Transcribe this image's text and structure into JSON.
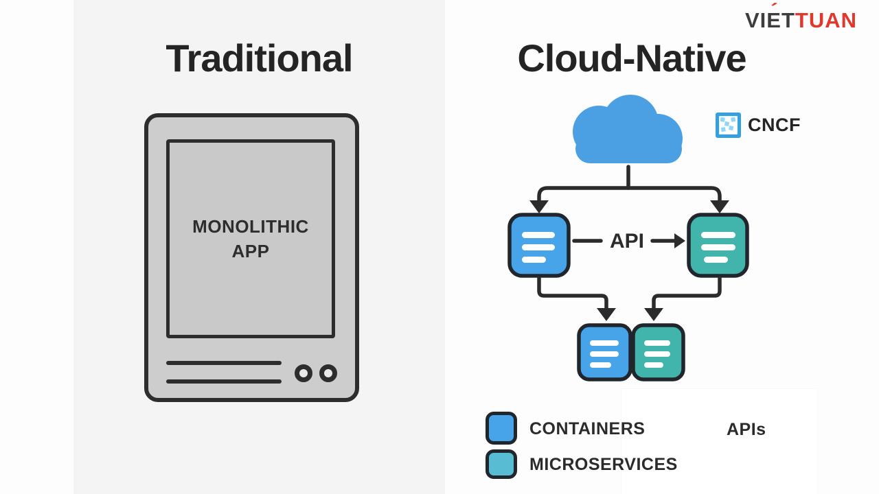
{
  "brand": {
    "viet": "VIET",
    "tuan": "TUAN",
    "accent": "´"
  },
  "traditional": {
    "title": "Traditional",
    "monolithic_line1": "MONOLITHIC",
    "monolithic_line2": "APP"
  },
  "cloud_native": {
    "title": "Cloud-Native",
    "cncf_label": "CNCF",
    "api_label": "API",
    "legend": {
      "containers": "CONTAINERS",
      "microservices": "MICROSERVICES",
      "apis": "APIs"
    }
  },
  "colors": {
    "container_blue": "#47a4e8",
    "microservice_teal": "#41b5ab",
    "legend_microservice_teal": "#58bdd3",
    "cloud_blue": "#4aa0e2",
    "cncf_blue": "#36a0dc",
    "cncf_pattern_light": "#8ed8f5",
    "arrow_dark": "#2b2b2b",
    "outline_dark": "#20262c",
    "device_gray": "#cdcdcd",
    "brand_gray": "#3d3d3d",
    "brand_red": "#e0382d"
  }
}
